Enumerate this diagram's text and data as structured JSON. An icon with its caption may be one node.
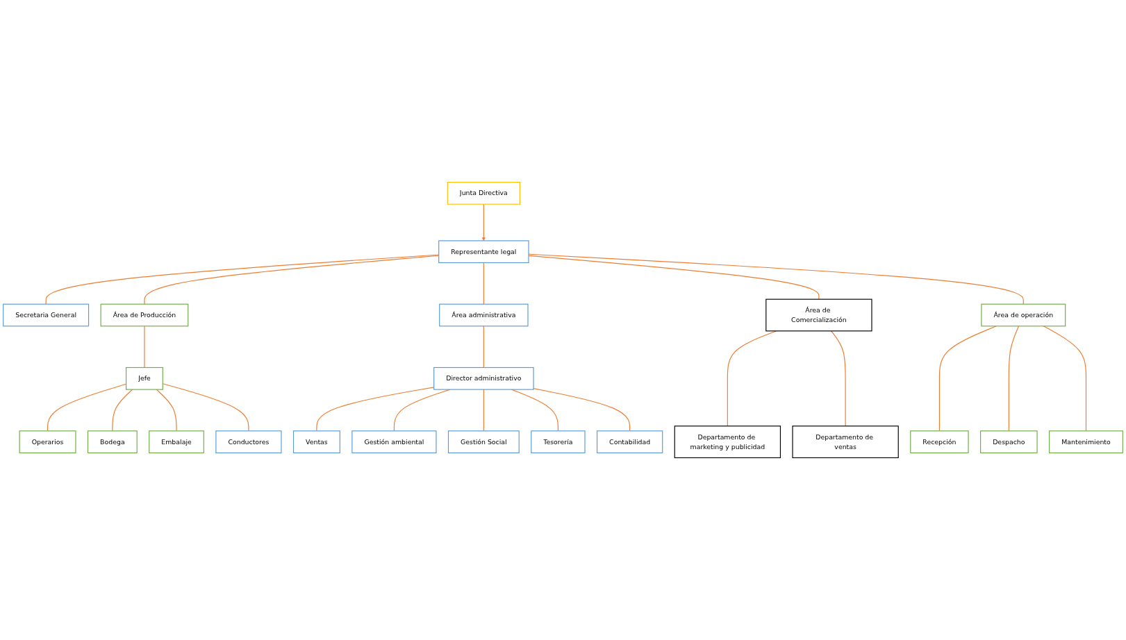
{
  "diagram": {
    "nodes": [
      {
        "text": [
          "Junta Directiva"
        ]
      },
      {
        "text": [
          "Representante legal"
        ]
      },
      {
        "text": [
          "Secretaria General"
        ]
      },
      {
        "text": [
          "Área de Producción"
        ]
      },
      {
        "text": [
          "Área administrativa"
        ]
      },
      {
        "text": [
          "Área de Comercialización"
        ]
      },
      {
        "text": [
          "Área de operación"
        ]
      },
      {
        "text": [
          "Jefe"
        ]
      },
      {
        "text": [
          "Operarios"
        ]
      },
      {
        "text": [
          "Bodega"
        ]
      },
      {
        "text": [
          "Embalaje"
        ]
      },
      {
        "text": [
          "Conductores"
        ]
      },
      {
        "text": [
          "Director administrativo"
        ]
      },
      {
        "text": [
          "Ventas"
        ]
      },
      {
        "text": [
          "Gestión ambiental"
        ]
      },
      {
        "text": [
          "Gestión Social"
        ]
      },
      {
        "text": [
          "Tesorería"
        ]
      },
      {
        "text": [
          "Contabilidad"
        ]
      },
      {
        "text": [
          "Departamento de marketing y publicidad"
        ]
      },
      {
        "text": [
          "Departamento de ventas"
        ]
      },
      {
        "text": [
          "Recepción"
        ]
      },
      {
        "text": [
          "Despacho"
        ]
      },
      {
        "text": [
          "Mantenimiento"
        ]
      }
    ],
    "edges": [
      {
        "from": 0,
        "to": 1,
        "arrow": "to"
      },
      {
        "from": 1,
        "to": 2,
        "arrow": "none"
      },
      {
        "from": 1,
        "to": 3,
        "arrow": "none"
      },
      {
        "from": 1,
        "to": 4,
        "arrow": "none"
      },
      {
        "from": 1,
        "to": 5,
        "arrow": "none"
      },
      {
        "from": 1,
        "to": 6,
        "arrow": "none"
      },
      {
        "from": 3,
        "to": 7,
        "arrow": "none"
      },
      {
        "from": 7,
        "to": 8,
        "arrow": "none"
      },
      {
        "from": 7,
        "to": 9,
        "arrow": "none"
      },
      {
        "from": 7,
        "to": 10,
        "arrow": "none"
      },
      {
        "from": 7,
        "to": 11,
        "arrow": "none"
      },
      {
        "from": 4,
        "to": 12,
        "arrow": "none"
      },
      {
        "from": 12,
        "to": 13,
        "arrow": "none"
      },
      {
        "from": 12,
        "to": 14,
        "arrow": "none"
      },
      {
        "from": 12,
        "to": 15,
        "arrow": "none"
      },
      {
        "from": 12,
        "to": 16,
        "arrow": "none"
      },
      {
        "from": 12,
        "to": 17,
        "arrow": "none"
      },
      {
        "from": 5,
        "to": 18,
        "arrow": "none"
      },
      {
        "from": 5,
        "to": 19,
        "arrow": "none"
      },
      {
        "from": 6,
        "to": 20,
        "arrow": "none"
      },
      {
        "from": 6,
        "to": 21,
        "arrow": "none"
      },
      {
        "from": 6,
        "to": 22,
        "arrow": "none"
      }
    ]
  }
}
